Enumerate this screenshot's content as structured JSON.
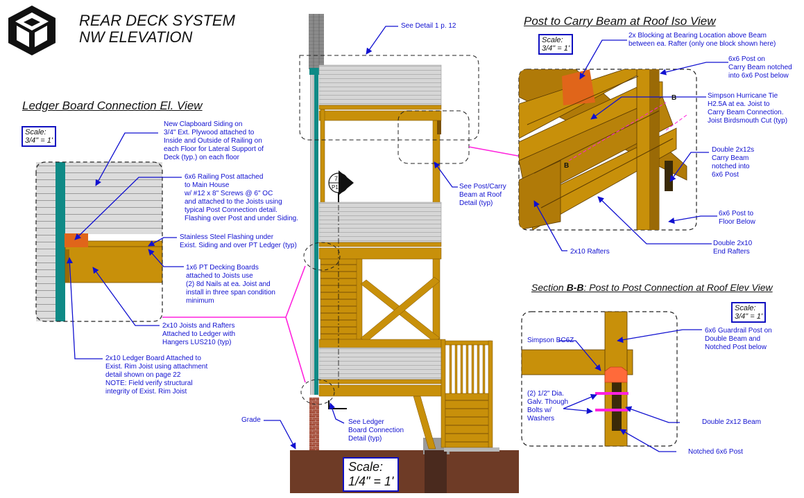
{
  "title": {
    "line1": "REAR DECK SYSTEM",
    "line2": "NW ELEVATION"
  },
  "ledger_view": {
    "title": "Ledger Board Connection El. View",
    "scale_label": "Scale:",
    "scale_value": "3/4\" = 1'",
    "notes": {
      "siding": [
        "New Clapboard Siding on",
        "3/4\" Ext. Plywood attached to",
        "Inside and Outside of Railing on",
        "each Floor for Lateral Support of",
        "Deck (typ.) on each floor"
      ],
      "post": [
        "6x6 Railing Post attached",
        "to Main House",
        "w/ #12 x 8\" Screws @ 6\" OC",
        "and attached to the Joists using",
        "typical Post Connection detail.",
        "Flashing over Post and under Siding."
      ],
      "flashing": [
        "Stainless Steel Flashing under",
        "Exist. Siding and over PT Ledger (typ)"
      ],
      "decking": [
        "1x6 PT Decking Boards",
        "attached to Joists use",
        "(2) 8d Nails at ea. Joist and",
        "install in three span condition",
        "minimum"
      ],
      "joists": [
        "2x10 Joists and Rafters",
        "Attached to Ledger with",
        "Hangers LUS210 (typ)"
      ],
      "ledger": [
        "2x10 Ledger Board Attached to",
        "Exist. Rim Joist using attachment",
        "detail shown on page 22",
        "NOTE:  Field verify structural",
        "integrity of Exist. Rim Joist"
      ]
    }
  },
  "elevation": {
    "see_detail": "See Detail 1 p. 12",
    "see_post": [
      "See Post/Carry",
      "Beam at Roof",
      "Detail (typ)"
    ],
    "see_ledger": [
      "See Ledger",
      "Board Connection",
      "Detail (typ)"
    ],
    "grade": "Grade",
    "section_num": "7",
    "section_page": "P18",
    "scale_label": "Scale:",
    "scale_value": "1/4\" = 1'"
  },
  "iso_view": {
    "title": "Post to Carry Beam at Roof Iso View",
    "scale_label": "Scale:",
    "scale_value": "3/4\" = 1'",
    "section_mark": "B",
    "notes": {
      "blocking": [
        "2x Blocking at Bearing Location above Beam",
        "between ea. Rafter (only one block shown here)"
      ],
      "post_on": [
        "6x6 Post on",
        "Carry Beam notched",
        "into 6x6 Post below"
      ],
      "hurricane": [
        "Simpson Hurricane Tie",
        "H2.5A at ea. Joist to",
        "Carry Beam Connection.",
        "Joist Birdsmouth Cut (typ)"
      ],
      "double_2x12": [
        "Double 2x12s",
        "Carry Beam",
        "notched into",
        "6x6 Post"
      ],
      "post_floor": [
        "6x6 Post to",
        "Floor Below"
      ],
      "end_rafters": [
        "Double 2x10",
        "End Rafters"
      ],
      "rafters": [
        "2x10 Rafters"
      ]
    }
  },
  "section_bb": {
    "title_prefix": "Section ",
    "title_mark": "B-B",
    "title_rest": ":  Post to Post Connection at Roof Elev View",
    "scale_label": "Scale:",
    "scale_value": "3/4\" = 1'",
    "notes": {
      "bc6z": "Simpson BC6Z",
      "bolts": [
        "(2) 1/2\" Dia.",
        "Galv. Though",
        "Bolts w/",
        "Washers"
      ],
      "guardrail": [
        "6x6 Guardrail Post on",
        "Double Beam and",
        "Notched Post below"
      ],
      "beam": "Double 2x12 Beam",
      "notched": "Notched 6x6 Post"
    }
  },
  "colors": {
    "wood": "#c8900a",
    "wood_dark": "#8a5a05",
    "teal": "#0f8a86",
    "siding": "#d6d6d6",
    "leader": "#1010d0",
    "magenta": "#ff22dd",
    "ground": "#6e3b26"
  }
}
